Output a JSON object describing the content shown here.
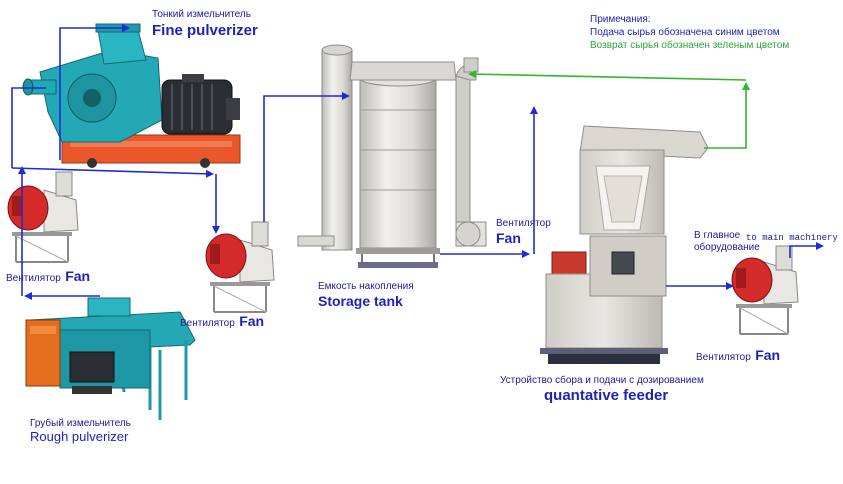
{
  "colors": {
    "feed_line": "#1f2bd6",
    "return_line": "#2fb82f",
    "machine_teal": "#23a8b5",
    "motor_dark": "#2a2d33",
    "base_orange": "#e9572a",
    "fan_red": "#d42a2a",
    "steel_light": "#e6e4de",
    "steel_mid": "#b8b7b1"
  },
  "notes": {
    "title": "Примечания:",
    "blue_note": "Подача сырья обозначена синим цветом",
    "green_note": "Возврат сырья обозначен зеленым цветом"
  },
  "fine_pulverizer": {
    "ru": "Тонкий измельчитель",
    "en": "Fine pulverizer"
  },
  "rough_pulverizer": {
    "ru": "Грубый измельчитель",
    "en": "Rough pulverizer"
  },
  "storage_tank": {
    "ru": "Емкость накопления",
    "en": "Storage tank"
  },
  "quantative_feeder": {
    "ru": "Устройство сбора и подачи с дозированием",
    "en": "quantative feeder"
  },
  "fan_left": {
    "ru": "Вентилятор",
    "en": "Fan"
  },
  "fan_middle": {
    "ru": "Вентилятор",
    "en": "Fan"
  },
  "fan_tank": {
    "ru": "Вентилятор",
    "en": "Fan"
  },
  "fan_right": {
    "ru": "Вентилятор",
    "en": "Fan"
  },
  "main_machinery": {
    "ru_line1": "В главное",
    "ru_line2": "оборудование",
    "en": "to main machinery"
  }
}
